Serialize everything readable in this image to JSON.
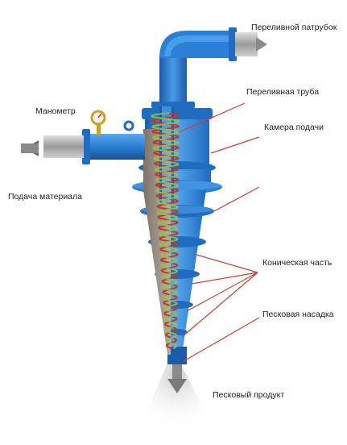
{
  "labels": {
    "overflow_nozzle": "Переливной патрубок",
    "overflow_pipe": "Переливная труба",
    "feed_chamber": "Камера подачи",
    "manometer": "Манометр",
    "material_feed": "Подача материала",
    "conical_part": "Коническая часть",
    "sand_nozzle": "Песковая насадка",
    "sand_product": "Песковый продукт"
  },
  "colors": {
    "body": "#2a7fd6",
    "body_light": "#5aa9f0",
    "body_dark": "#1a5ca8",
    "interior": "#9a8f84",
    "spiral_red": "#c8322e",
    "spiral_green": "#8cc63f",
    "pointer": "#d93b30",
    "steel": "#b8b8b8",
    "gauge": "#c9a227"
  },
  "icons": [
    "manometer-icon",
    "feed-arrow-icon",
    "overflow-arrow-icon",
    "discharge-arrow-icon"
  ]
}
